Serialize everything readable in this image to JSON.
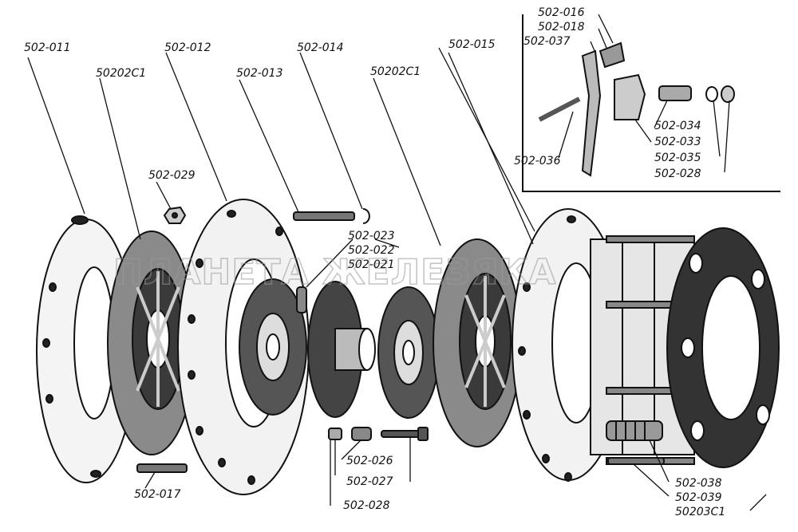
{
  "watermark": "ПЛАНЕТА ЖЕЛЕЗЯКА",
  "labels": {
    "l_502_011": "502-011",
    "l_50202c1_a": "50202С1",
    "l_502_012": "502-012",
    "l_502_013": "502-013",
    "l_502_014": "502-014",
    "l_502_029": "502-029",
    "l_50202c1_b": "50202С1",
    "l_502_015": "502-015",
    "l_502_016": "502-016",
    "l_502_018": "502-018",
    "l_502_037": "502-037",
    "l_502_036": "502-036",
    "l_502_034": "502-034",
    "l_502_033": "502-033",
    "l_502_035": "502-035",
    "l_502_028_inset": "502-028",
    "l_502_023": "502-023",
    "l_502_022": "502-022",
    "l_502_021": "502-021",
    "l_502_026": "502-026",
    "l_502_027": "502-027",
    "l_502_028": "502-028",
    "l_502_017": "502-017",
    "l_502_038": "502-038",
    "l_502_039": "502-039",
    "l_50203c1": "50203С1"
  }
}
